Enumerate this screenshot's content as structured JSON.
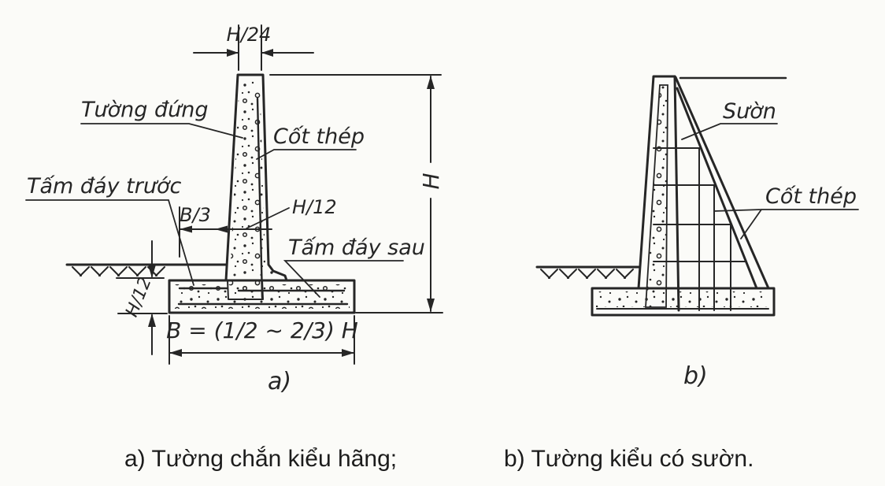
{
  "colors": {
    "ink": "#262626",
    "paper": "#fbfbf8"
  },
  "diagram_a": {
    "part_label": "a)",
    "caption": "a) Tường chắn kiểu hãng;",
    "labels": {
      "top_width": "H/24",
      "vertical_wall": "Tường đứng",
      "rebar": "Cốt thép",
      "front_base_slab": "Tấm đáy trước",
      "toe_width": "B/3",
      "stem_base_thickness": "H/12",
      "rear_base_slab": "Tấm đáy sau",
      "wall_height": "H",
      "slab_thickness": "H/12",
      "base_width_formula": "B = (1/2 ~ 2/3) H"
    }
  },
  "diagram_b": {
    "part_label": "b)",
    "caption": "b) Tường kiểu có sườn.",
    "labels": {
      "rib": "Sườn",
      "rebar": "Cốt thép"
    }
  }
}
